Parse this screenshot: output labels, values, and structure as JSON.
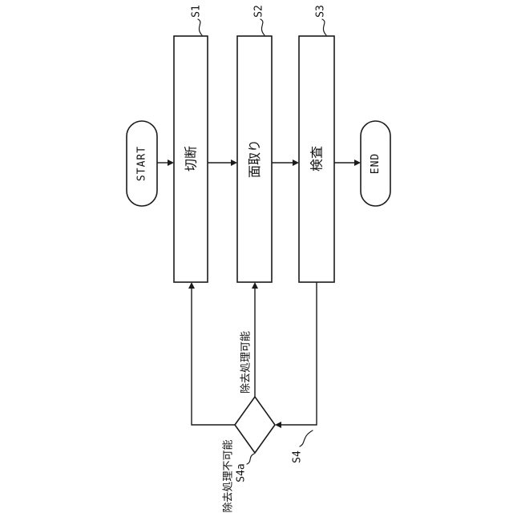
{
  "figure": {
    "type": "flowchart",
    "orientation": "rotated-90-ccw-text",
    "terminals": {
      "start": "START",
      "end": "END"
    },
    "steps": [
      {
        "ref": "S1",
        "label": "切断"
      },
      {
        "ref": "S2",
        "label": "面取り"
      },
      {
        "ref": "S3",
        "label": "検査"
      }
    ],
    "decision": {
      "ref": "S4",
      "sub_ref": "S4a",
      "branch_to_chamfer": "除去処理可能",
      "branch_to_cut": "除去処理不可能"
    },
    "colors": {
      "line": "#1b1b1b",
      "background": "#ffffff"
    }
  }
}
